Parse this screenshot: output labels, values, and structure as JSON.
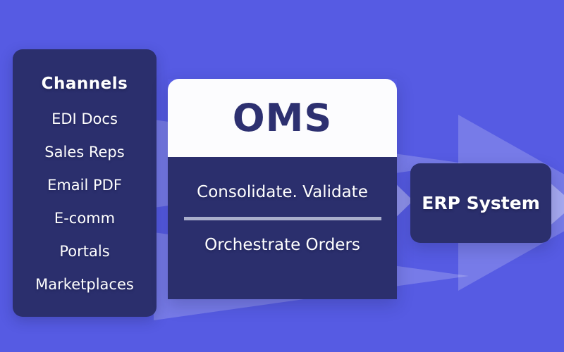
{
  "colors": {
    "background": "#565BE3",
    "panel": "#2B2F6D",
    "card": "#2B2F6D",
    "header_bg": "#FCFCFE",
    "oms_title": "#2D3070",
    "divider": "#A9AECB",
    "text": "#FFFFFF",
    "triangle_light": "rgba(255,255,255,0.20)",
    "triangle_bright": "rgba(255,255,255,0.35)"
  },
  "channels_panel": {
    "title": "Channels",
    "items": [
      "EDI Docs",
      "Sales Reps",
      "Email PDF",
      "E-comm",
      "Portals",
      "Marketplaces"
    ]
  },
  "oms_card": {
    "title": "OMS",
    "line1": "Consolidate. Validate",
    "line2": "Orchestrate Orders"
  },
  "erp_card": {
    "label": "ERP System"
  }
}
